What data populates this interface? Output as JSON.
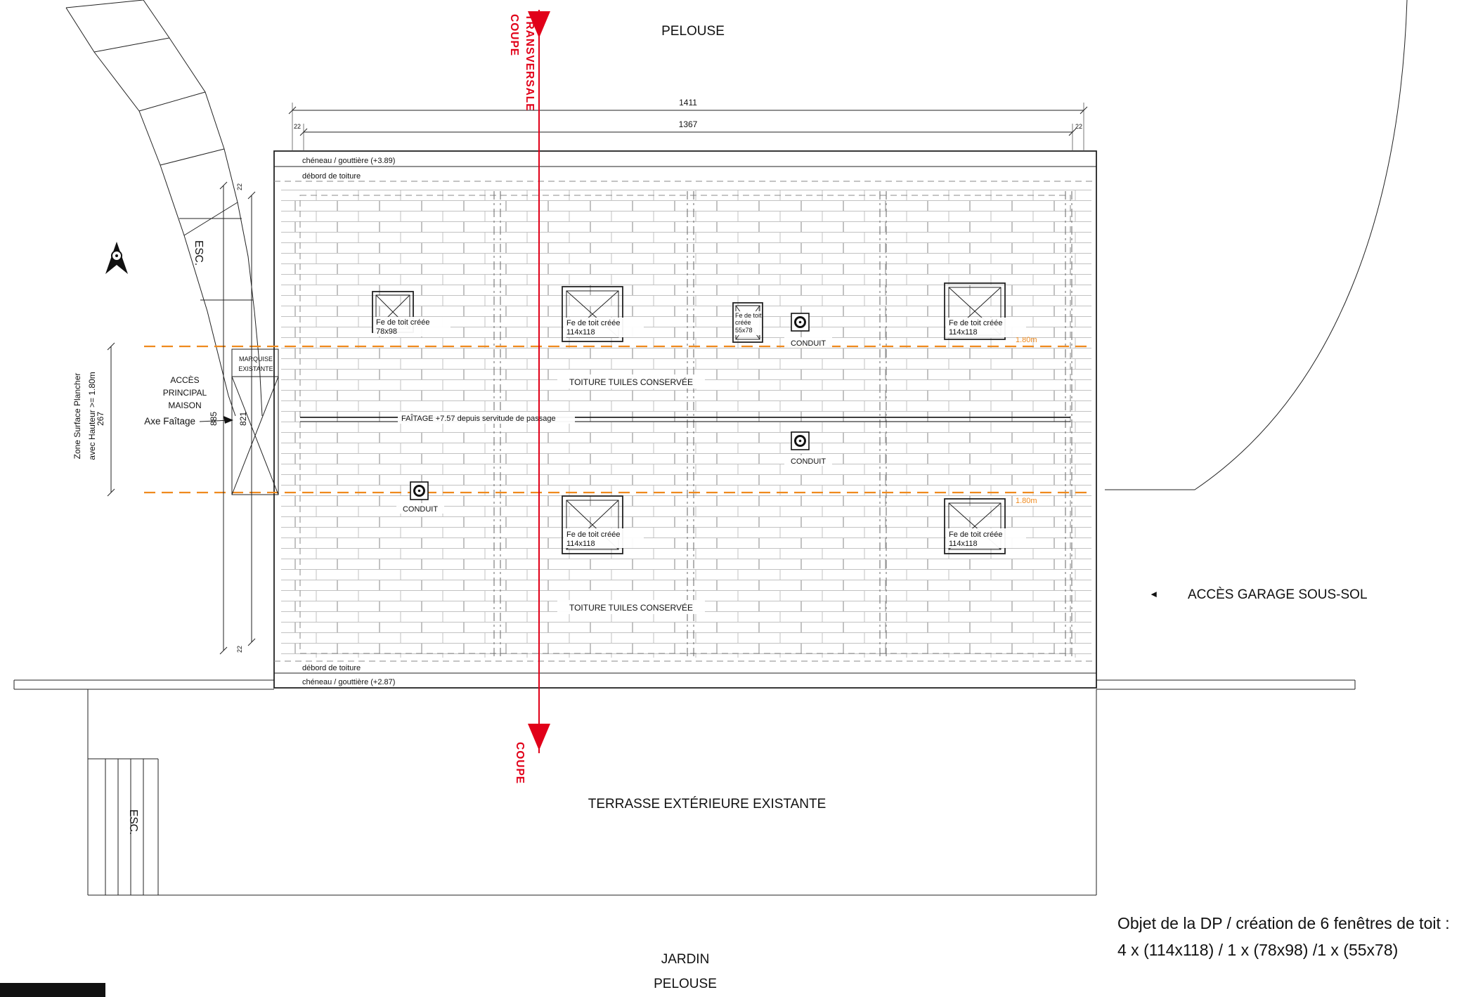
{
  "colors": {
    "accent_red": "#e10019",
    "accent_orange": "#ef8a1e",
    "line": "#222222",
    "hatch": "#bcbcbc"
  },
  "site": {
    "pelouse_top": "PELOUSE",
    "jardin": "JARDIN",
    "pelouse_bottom": "PELOUSE",
    "terrasse": "TERRASSE EXTÉRIEURE EXISTANTE",
    "acces_garage": "ACCÈS GARAGE SOUS-SOL",
    "garage_arrow": "◄",
    "esc_top": "ESC.",
    "esc_bottom": "ESC."
  },
  "section": {
    "coupe_top": "COUPE",
    "transversale": "TRANSVERSALE",
    "coupe_bottom": "COUPE"
  },
  "dims": {
    "d1411": "1411",
    "d1367": "1367",
    "d22_top_left": "22",
    "d22_top_right": "22",
    "d267": "267",
    "d885": "885",
    "d821": "821",
    "d22_side_top": "22",
    "d22_side_bottom": "22"
  },
  "roof": {
    "cheneau_top": "chéneau / gouttière (+3.89)",
    "debord_top": "débord de toiture",
    "debord_bottom": "débord de toiture",
    "cheneau_bottom": "chéneau / gouttière (+2.87)",
    "toiture1": "TOITURE TUILES CONSERVÉE",
    "toiture2": "TOITURE TUILES CONSERVÉE",
    "faitage": "FAÎTAGE +7.57 depuis servitude de passage",
    "axe_faitage": "Axe Faîtage",
    "h180_1": "1.80m",
    "h180_2": "1.80m"
  },
  "windows": {
    "w1": {
      "l1": "Fe de toit créée",
      "l2": "78x98"
    },
    "w2": {
      "l1": "Fe de toit créée",
      "l2": "114x118"
    },
    "w3": {
      "l1": "Fe de toit",
      "l2": "créée",
      "l3": "55x78"
    },
    "w4": {
      "l1": "Fe de toit créée",
      "l2": "114x118"
    },
    "w5": {
      "l1": "Fe de toit créée",
      "l2": "114x118"
    },
    "w6": {
      "l1": "Fe de toit créée",
      "l2": "114x118"
    }
  },
  "conduits": {
    "c1": "CONDUIT",
    "c2": "CONDUIT",
    "c3": "CONDUIT"
  },
  "annotations": {
    "zone_l1": "Zone Surface Plancher",
    "zone_l2": "avec Hauteur >= 1.80m",
    "acces_l1": "ACCÈS",
    "acces_l2": "PRINCIPAL",
    "acces_l3": "MAISON",
    "marquise_l1": "MARQUISE",
    "marquise_l2": "EXISTANTE"
  },
  "note": {
    "line1": "Objet de la DP / création de 6 fenêtres de toit :",
    "line2": "4 x (114x118) / 1 x (78x98) /1 x (55x78)"
  }
}
